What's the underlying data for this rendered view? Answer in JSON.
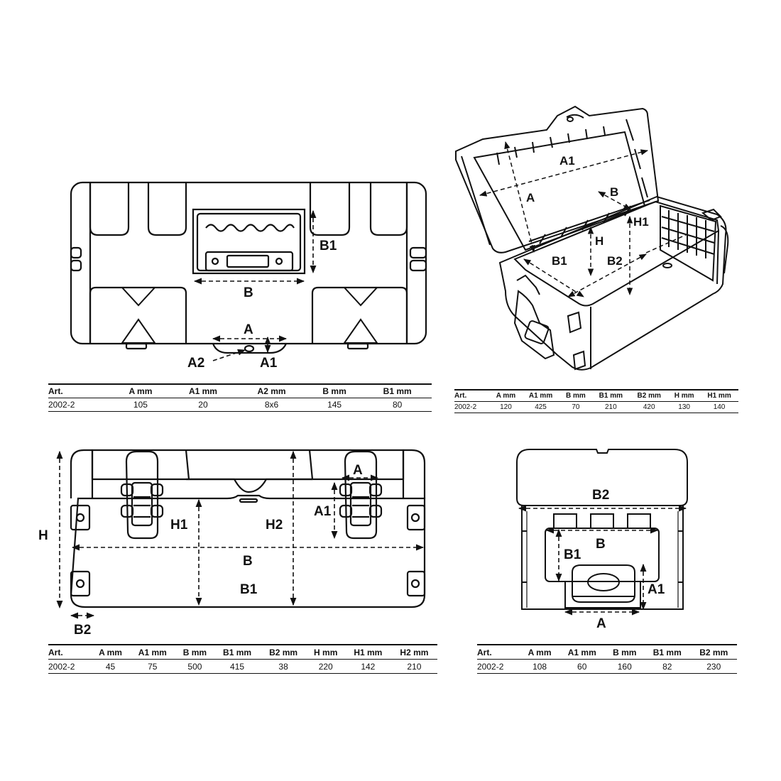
{
  "views": {
    "top_view": {
      "labels": {
        "b1": "B1",
        "b": "B",
        "a": "A",
        "a2": "A2",
        "a1": "A1"
      }
    },
    "perspective_view": {
      "labels": {
        "a1": "A1",
        "a": "A",
        "b": "B",
        "h1": "H1",
        "h": "H",
        "b1": "B1",
        "b2": "B2"
      }
    },
    "front_view": {
      "labels": {
        "a": "A",
        "a1": "A1",
        "h1": "H1",
        "h2": "H2",
        "h": "H",
        "b": "B",
        "b1": "B1",
        "b2": "B2"
      }
    },
    "side_view": {
      "labels": {
        "b2": "B2",
        "b": "B",
        "b1": "B1",
        "a1": "A1",
        "a": "A"
      }
    }
  },
  "tables": {
    "top_view": {
      "headers": [
        "Art.",
        "A mm",
        "A1 mm",
        "A2 mm",
        "B mm",
        "B1 mm"
      ],
      "row": [
        "2002-2",
        "105",
        "20",
        "8x6",
        "145",
        "80"
      ]
    },
    "perspective_view": {
      "headers": [
        "Art.",
        "A mm",
        "A1 mm",
        "B mm",
        "B1 mm",
        "B2 mm",
        "H mm",
        "H1 mm"
      ],
      "row": [
        "2002-2",
        "120",
        "425",
        "70",
        "210",
        "420",
        "130",
        "140"
      ]
    },
    "front_view": {
      "headers": [
        "Art.",
        "A mm",
        "A1 mm",
        "B mm",
        "B1 mm",
        "B2 mm",
        "H mm",
        "H1 mm",
        "H2 mm"
      ],
      "row": [
        "2002-2",
        "45",
        "75",
        "500",
        "415",
        "38",
        "220",
        "142",
        "210"
      ]
    },
    "side_view": {
      "headers": [
        "Art.",
        "A mm",
        "A1 mm",
        "B mm",
        "B1 mm",
        "B2 mm"
      ],
      "row": [
        "2002-2",
        "108",
        "60",
        "160",
        "82",
        "230"
      ]
    }
  }
}
